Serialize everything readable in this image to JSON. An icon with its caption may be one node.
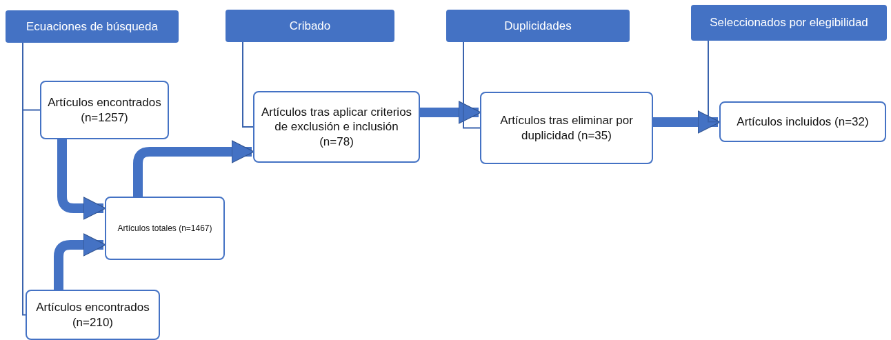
{
  "diagram": {
    "nodes": [
      {
        "text": [
          "Ecuaciones de búsqueda"
        ]
      },
      {
        "text": [
          "Artículos encontrados (n=1257)"
        ]
      },
      {
        "text": [
          "Artículos totales (n=1467)"
        ]
      },
      {
        "text": [
          "Artículos encontrados (n=210)"
        ]
      },
      {
        "text": [
          "Cribado"
        ]
      },
      {
        "text": [
          "Artículos tras aplicar criterios de exclusión e inclusión (n=78)"
        ]
      },
      {
        "text": [
          "Duplicidades"
        ]
      },
      {
        "text": [
          "Artículos tras eliminar por duplicidad (n=35)"
        ]
      },
      {
        "text": [
          "Seleccionados por elegibilidad"
        ]
      },
      {
        "text": [
          "Artículos incluidos (n=32)"
        ]
      }
    ],
    "edges": [
      {
        "from": 0,
        "to": 1,
        "arrow": "none"
      },
      {
        "from": 0,
        "to": 3,
        "arrow": "none"
      },
      {
        "from": 1,
        "to": 2,
        "arrow": "to",
        "style": "thick"
      },
      {
        "from": 3,
        "to": 2,
        "arrow": "to",
        "style": "thick"
      },
      {
        "from": 2,
        "to": 5,
        "arrow": "to",
        "style": "thick"
      },
      {
        "from": 4,
        "to": 5,
        "arrow": "none"
      },
      {
        "from": 5,
        "to": 7,
        "arrow": "to",
        "style": "thick"
      },
      {
        "from": 6,
        "to": 7,
        "arrow": "none"
      },
      {
        "from": 7,
        "to": 9,
        "arrow": "to",
        "style": "thick"
      },
      {
        "from": 8,
        "to": 9,
        "arrow": "none"
      }
    ]
  }
}
